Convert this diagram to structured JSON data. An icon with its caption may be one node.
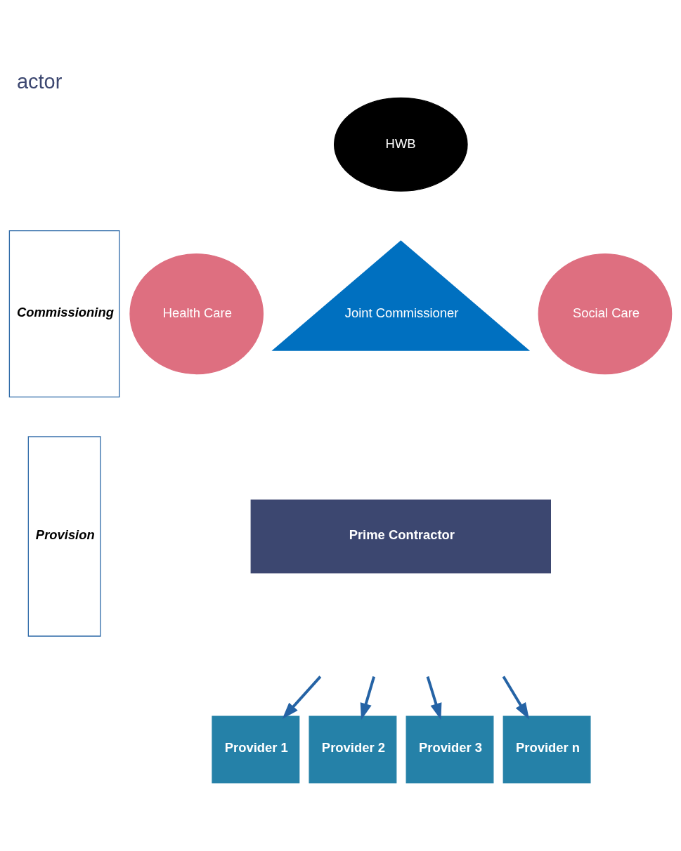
{
  "diagram": {
    "title": "actor",
    "nodes": [
      {
        "text": [
          "Commissioning"
        ]
      },
      {
        "text": [
          "Provision"
        ]
      },
      {
        "text": [
          "HWB"
        ]
      },
      {
        "text": [
          "Health Care"
        ]
      },
      {
        "text": [
          "Joint Commissioner"
        ]
      },
      {
        "text": [
          "Social Care"
        ]
      },
      {
        "text": [
          "Prime Contractor"
        ]
      },
      {
        "text": [
          "Provider 1"
        ]
      },
      {
        "text": [
          "Provider 2"
        ]
      },
      {
        "text": [
          "Provider 3"
        ]
      },
      {
        "text": [
          "Provider n"
        ]
      }
    ],
    "edges": [
      {
        "from": null,
        "to": 7,
        "arrow": "to"
      },
      {
        "from": null,
        "to": 8,
        "arrow": "to"
      },
      {
        "from": null,
        "to": 9,
        "arrow": "to"
      },
      {
        "from": null,
        "to": 10,
        "arrow": "to"
      }
    ]
  }
}
